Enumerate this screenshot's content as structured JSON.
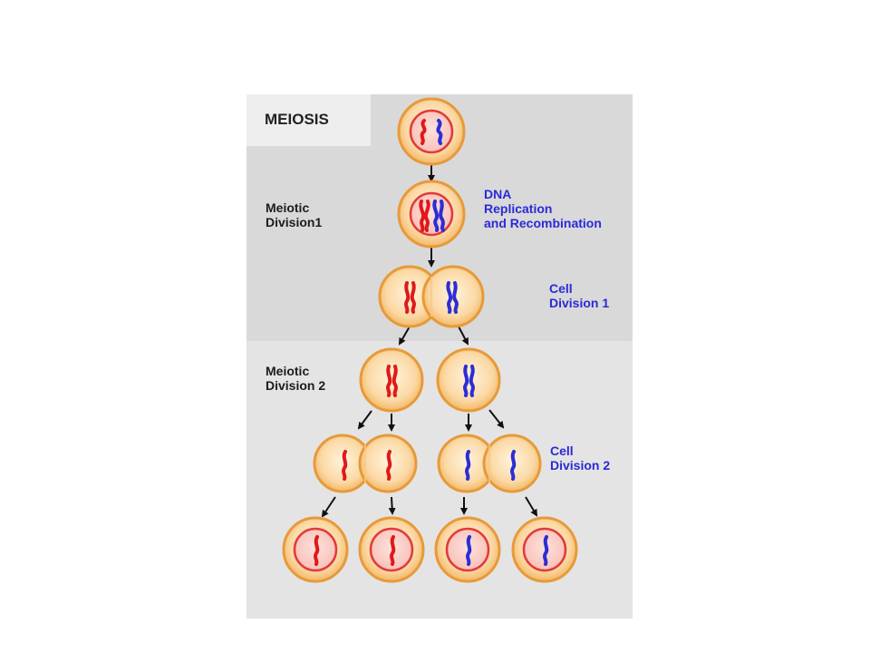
{
  "title": "MEIOSIS",
  "stage_labels": {
    "meiotic_division_1": [
      "Meiotic",
      "Division1"
    ],
    "meiotic_division_2": [
      "Meiotic",
      "Division 2"
    ]
  },
  "process_labels": {
    "dna_replication": [
      "DNA",
      "Replication",
      "and Recombination"
    ],
    "cell_division_1": [
      "Cell",
      "Division 1"
    ],
    "cell_division_2": [
      "Cell",
      "Division 2"
    ]
  },
  "colors": {
    "panel_top": "#d9d9d9",
    "panel_bottom": "#e6e6e6",
    "title_box": "#eeeeee",
    "cell_outer": "#f0a94a",
    "cell_inner": "#fde6c3",
    "nucleus_fill": "#fbd1cc",
    "nucleus_ring": "#e23a3a",
    "chromosome_maternal": "#e01919",
    "chromosome_paternal": "#2d2dd6",
    "arrow": "#111111",
    "label_blue": "#2a2ad8"
  }
}
